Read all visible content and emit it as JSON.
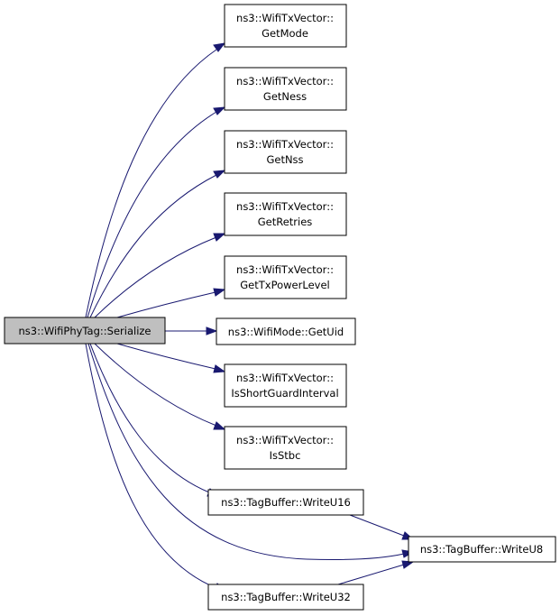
{
  "colors": {
    "edge": "#191970",
    "root_fill": "#bfbfbf",
    "node_fill": "#ffffff",
    "border": "#000000"
  },
  "nodes": {
    "serialize": {
      "lines": [
        "ns3::WifiPhyTag::Serialize"
      ]
    },
    "getmode": {
      "lines": [
        "ns3::WifiTxVector::",
        "GetMode"
      ]
    },
    "getness": {
      "lines": [
        "ns3::WifiTxVector::",
        "GetNess"
      ]
    },
    "getnss": {
      "lines": [
        "ns3::WifiTxVector::",
        "GetNss"
      ]
    },
    "getretries": {
      "lines": [
        "ns3::WifiTxVector::",
        "GetRetries"
      ]
    },
    "gettxpowerlevel": {
      "lines": [
        "ns3::WifiTxVector::",
        "GetTxPowerLevel"
      ]
    },
    "getuid": {
      "lines": [
        "ns3::WifiMode::GetUid"
      ]
    },
    "isshortguardinterval": {
      "lines": [
        "ns3::WifiTxVector::",
        "IsShortGuardInterval"
      ]
    },
    "isstbc": {
      "lines": [
        "ns3::WifiTxVector::",
        "IsStbc"
      ]
    },
    "writeu16": {
      "lines": [
        "ns3::TagBuffer::WriteU16"
      ]
    },
    "writeu8": {
      "lines": [
        "ns3::TagBuffer::WriteU8"
      ]
    },
    "writeu32": {
      "lines": [
        "ns3::TagBuffer::WriteU32"
      ]
    }
  }
}
